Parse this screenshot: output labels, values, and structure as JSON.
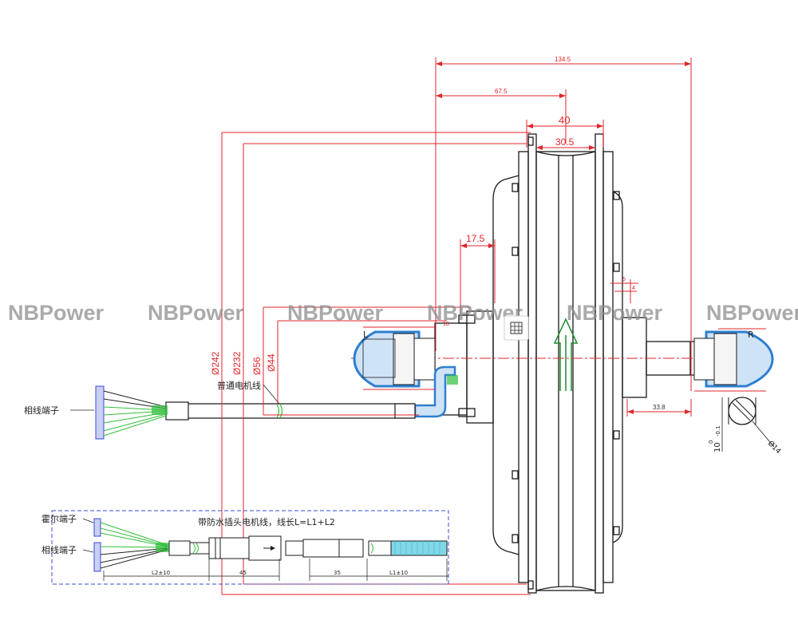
{
  "watermark": {
    "text": "NBPower",
    "positions": [
      [
        10,
        401
      ],
      [
        185,
        401
      ],
      [
        360,
        401
      ],
      [
        535,
        401
      ],
      [
        710,
        401
      ],
      [
        885,
        401
      ]
    ]
  },
  "dimensions": {
    "d134_5": "134.5",
    "d67_5": "67.5",
    "d40": "40",
    "d30_5": "30.5",
    "d17_5": "17.5",
    "d5": "5",
    "d4": "4",
    "d18": "18",
    "d33_8": "33.8",
    "dia242": "Ø242",
    "dia232": "Ø232",
    "dia56": "Ø56",
    "dia44": "Ø44",
    "dia14": "Ø14",
    "d10tol": "10",
    "d10sup": "0",
    "d10sub": "-0.1",
    "d35": "35",
    "dL1": "L1±10",
    "dL2": "L2±10",
    "d45": "45"
  },
  "labels": {
    "left_nut": "L",
    "right_nut": "R",
    "phase_terminal": "相线端子",
    "ordinary_cable": "普通电机线",
    "hall_terminal": "霍尔端子",
    "phase_terminal_2": "相线端子",
    "waterproof_cable": "带防水插头电机线，线长L=L1+L2"
  },
  "colors": {
    "dimension": "#e0262b",
    "outline": "#1a1a1a",
    "wire_green": "#2fbf3a",
    "nut_blue": "#2f7fd0",
    "arrow_green": "#1f8a2e",
    "connector_cyan": "#7fd8e8"
  },
  "icons": {
    "table_icon": "table-grid-icon"
  }
}
